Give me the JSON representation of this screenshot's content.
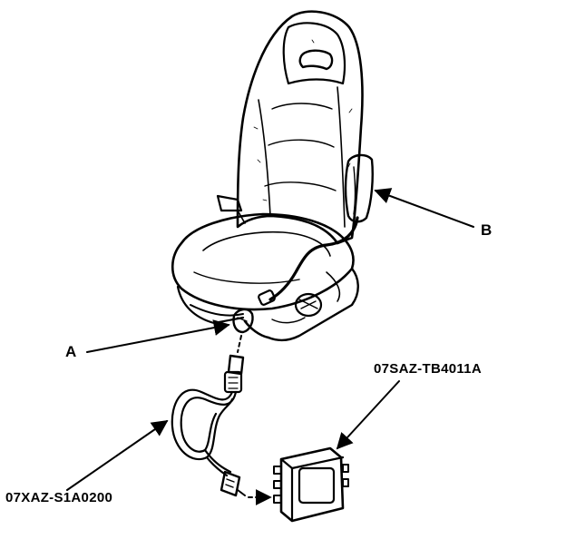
{
  "callouts": {
    "a": "A",
    "b": "B",
    "tool_harness": "07XAZ-S1A0200",
    "tool_simulator": "07SAZ-TB4011A"
  },
  "colors": {
    "ink": "#000000",
    "background": "#ffffff"
  }
}
